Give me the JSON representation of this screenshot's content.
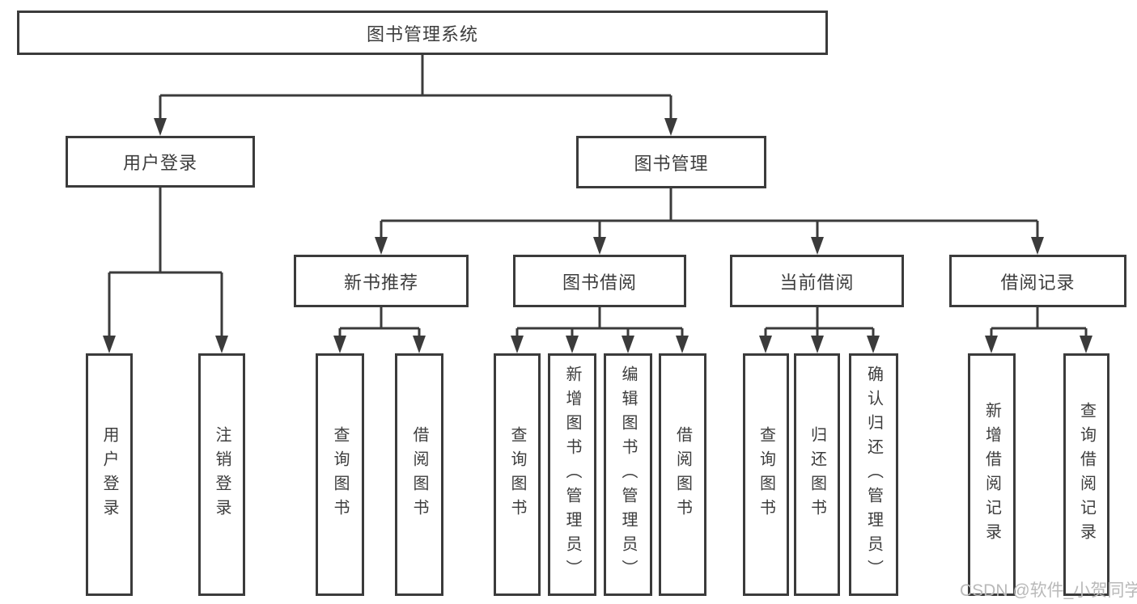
{
  "diagram": {
    "root": {
      "label": "图书管理系统",
      "children": [
        {
          "label": "用户登录",
          "children": [
            {
              "label": "用户登录"
            },
            {
              "label": "注销登录"
            }
          ]
        },
        {
          "label": "图书管理",
          "children": [
            {
              "label": "新书推荐",
              "children": [
                {
                  "label": "查询图书"
                },
                {
                  "label": "借阅图书"
                }
              ]
            },
            {
              "label": "图书借阅",
              "children": [
                {
                  "label": "查询图书"
                },
                {
                  "label": "新增图书（管理员）"
                },
                {
                  "label": "编辑图书（管理员）"
                },
                {
                  "label": "借阅图书"
                }
              ]
            },
            {
              "label": "当前借阅",
              "children": [
                {
                  "label": "查询图书"
                },
                {
                  "label": "归还图书"
                },
                {
                  "label": "确认归还（管理员）"
                }
              ]
            },
            {
              "label": "借阅记录",
              "children": [
                {
                  "label": "新增借阅记录"
                },
                {
                  "label": "查询借阅记录"
                }
              ]
            }
          ]
        }
      ]
    }
  },
  "watermark": {
    "text": "CSDN @软件_小贺同学"
  },
  "colors": {
    "line": "#3b3b3b",
    "text": "#3d3d3d",
    "background": "#ffffff",
    "watermark": "#b9b9b9"
  }
}
